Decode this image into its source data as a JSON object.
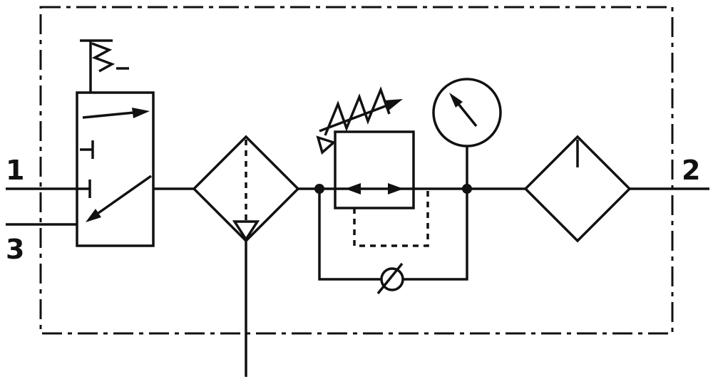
{
  "colors": {
    "line": "#111111",
    "background": "#ffffff"
  },
  "ports": {
    "port1_label": "1",
    "port2_label": "2",
    "port3_label": "3"
  },
  "components": {
    "enclosure": "service-unit-enclosure",
    "valve": "shutoff-valve-3-2-spring-return",
    "filter": "filter-water-separator",
    "regulator": "adjustable-pressure-regulator",
    "gauge": "pressure-gauge",
    "check_valve": "bypass-check-valve",
    "lubricator": "lubricator"
  }
}
